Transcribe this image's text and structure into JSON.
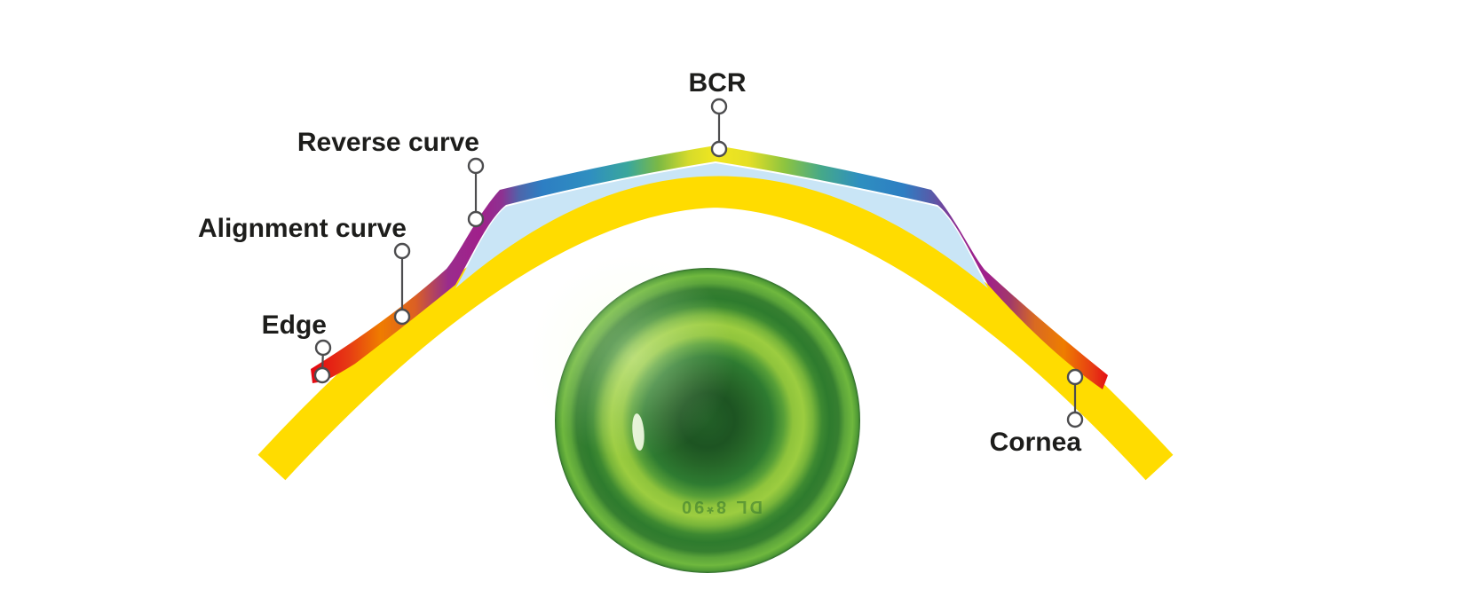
{
  "diagram": {
    "background": "#FFFFFF",
    "labels": {
      "bcr": "BCR",
      "reverse_curve": "Reverse curve",
      "alignment_curve": "Alignment curve",
      "edge": "Edge",
      "cornea": "Cornea"
    },
    "lens_marking": "DL 8*90",
    "zones_order_outer_to_center": [
      "Edge",
      "Alignment curve",
      "Reverse curve",
      "BCR"
    ],
    "colors": {
      "cornea_yellow": "#FFDC00",
      "tear_film_blue": "#C9E5F6",
      "lens_edge_red": "#E30613",
      "lens_alignment_orange": "#EF7D00",
      "lens_reverse_purple": "#A0208B",
      "lens_peripheral_blue": "#2D7EC3",
      "lens_teal": "#3AA79B",
      "lens_bcr_yellow": "#F1E71F",
      "callout_gray": "#4D4D4F",
      "label_text": "#1D1D1B",
      "fluorescein_dark_green": "#1D5422",
      "fluorescein_mid_green": "#2E7B31",
      "fluorescein_bright_green": "#9CCD40"
    }
  }
}
